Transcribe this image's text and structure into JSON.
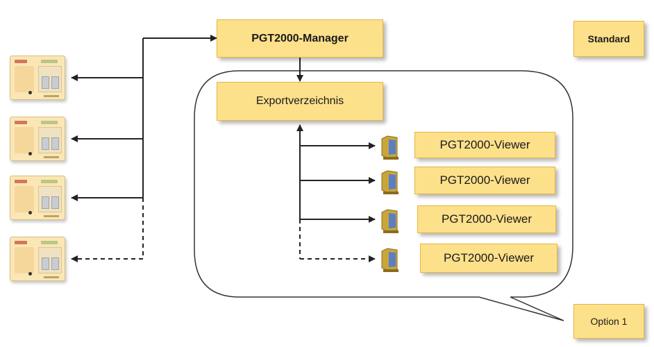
{
  "nodes": {
    "manager": "PGT2000-Manager",
    "standard": "Standard",
    "export": "Exportverzeichnis",
    "viewers": [
      "PGT2000-Viewer",
      "PGT2000-Viewer",
      "PGT2000-Viewer",
      "PGT2000-Viewer"
    ],
    "option": "Option 1"
  },
  "colors": {
    "box_fill": "#fde08a",
    "box_border": "#e4b640",
    "arrow": "#222222",
    "device_body": "#fbe6b5",
    "monitor_screen": "#5b7fc2"
  },
  "connections": [
    {
      "from": "devices",
      "to": "PGT2000-Manager",
      "style": "solid"
    },
    {
      "from": "PGT2000-Manager",
      "to": "device-1",
      "style": "solid"
    },
    {
      "from": "PGT2000-Manager",
      "to": "device-2",
      "style": "solid"
    },
    {
      "from": "PGT2000-Manager",
      "to": "device-3",
      "style": "solid"
    },
    {
      "from": "PGT2000-Manager",
      "to": "device-4",
      "style": "dashed"
    },
    {
      "from": "PGT2000-Manager",
      "to": "Exportverzeichnis",
      "style": "solid"
    },
    {
      "from": "Exportverzeichnis",
      "to": "PGT2000-Viewer-1",
      "style": "solid"
    },
    {
      "from": "Exportverzeichnis",
      "to": "PGT2000-Viewer-2",
      "style": "solid"
    },
    {
      "from": "Exportverzeichnis",
      "to": "PGT2000-Viewer-3",
      "style": "solid"
    },
    {
      "from": "Exportverzeichnis",
      "to": "PGT2000-Viewer-4",
      "style": "dashed"
    }
  ],
  "icons": {
    "device": "controller-device-icon",
    "monitor": "monitor-icon"
  }
}
